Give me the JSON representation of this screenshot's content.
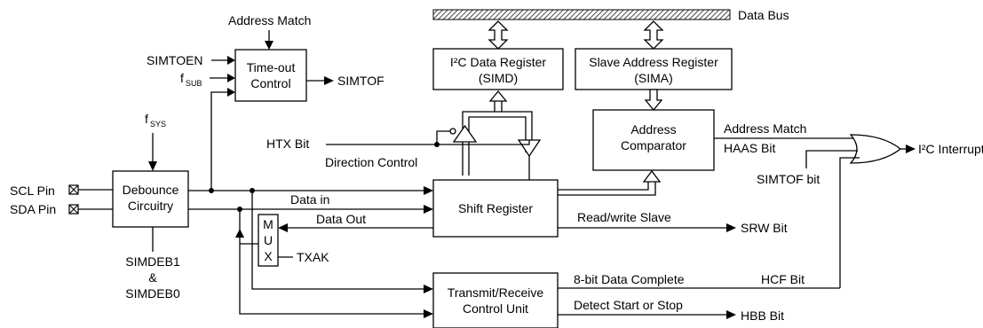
{
  "blocks": {
    "timeout": {
      "line1": "Time-out",
      "line2": "Control"
    },
    "debounce": {
      "line1": "Debounce",
      "line2": "Circuitry"
    },
    "simd": {
      "line1": "I²C Data Register",
      "line2": "(SIMD)"
    },
    "sima": {
      "line1": "Slave Address Register",
      "line2": "(SIMA)"
    },
    "comparator": {
      "line1": "Address",
      "line2": "Comparator"
    },
    "shift": {
      "label": "Shift Register"
    },
    "mux": {
      "m": "M",
      "u": "U",
      "x": "X"
    },
    "trcu": {
      "line1": "Transmit/Receive",
      "line2": "Control Unit"
    }
  },
  "signals": {
    "address_match_top": "Address Match",
    "simtoen": "SIMTOEN",
    "fsub_f": "f",
    "fsub_sub": "SUB",
    "simtof_out": "SIMTOF",
    "data_bus": "Data Bus",
    "fsys_f": "f",
    "fsys_sub": "SYS",
    "htx": "HTX Bit",
    "direction_control": "Direction Control",
    "scl": "SCL Pin",
    "sda": "SDA Pin",
    "data_in": "Data in",
    "data_out": "Data Out",
    "txak": "TXAK",
    "simdeb1": "SIMDEB1",
    "amp": "&",
    "simdeb0": "SIMDEB0",
    "address_match": "Address Match",
    "haas": "HAAS Bit",
    "i2c_interrupt": "I²C Interrupt",
    "simtof_bit": "SIMTOF bit",
    "rw_slave": "Read/write Slave",
    "srw": "SRW Bit",
    "data_complete": "8-bit Data Complete",
    "hcf": "HCF Bit",
    "detect": "Detect Start or Stop",
    "hbb": "HBB Bit"
  },
  "colors": {
    "line": "#000000",
    "background": "#ffffff"
  }
}
